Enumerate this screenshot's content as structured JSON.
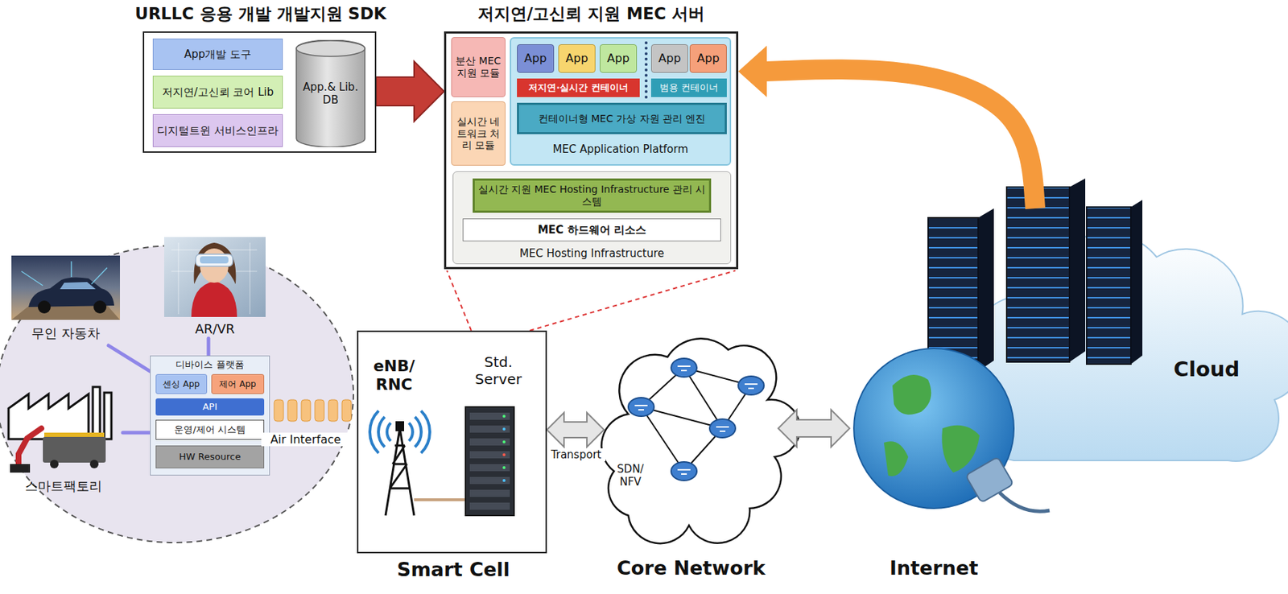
{
  "diagram": {
    "nodes": [
      {
        "text": [
          "URLLC 응용 개발 개발지원 SDK"
        ]
      },
      {
        "text": [
          "App개발 도구"
        ],
        "in": 0
      },
      {
        "text": [
          "저지연/고신뢰 코어 Lib"
        ],
        "in": 0
      },
      {
        "text": [
          "디지털트윈 서비스인프라"
        ],
        "in": 0
      },
      {
        "text": [
          "App.& Lib. DB"
        ],
        "in": 0
      },
      {
        "text": [
          "저지연/고신뢰 지원 MEC 서버"
        ]
      },
      {
        "text": [
          "분산 MEC 지원 모듈"
        ],
        "in": 5
      },
      {
        "text": [
          "실시간 네트워크 처리 모듈"
        ],
        "in": 5
      },
      {
        "text": [
          "MEC Application Platform"
        ],
        "in": 5
      },
      {
        "text": [
          "App"
        ],
        "in": 8
      },
      {
        "text": [
          "App"
        ],
        "in": 8
      },
      {
        "text": [
          "App"
        ],
        "in": 8
      },
      {
        "text": [
          "App"
        ],
        "in": 8
      },
      {
        "text": [
          "App"
        ],
        "in": 8
      },
      {
        "text": [
          "저지연·실시간 컨테이너"
        ],
        "in": 8
      },
      {
        "text": [
          "범용 컨테이너"
        ],
        "in": 8
      },
      {
        "text": [
          "컨테이너형 MEC 가상 자원 관리 엔진"
        ],
        "in": 8
      },
      {
        "text": [
          "MEC Hosting Infrastructure"
        ],
        "in": 5
      },
      {
        "text": [
          "실시간 지원 MEC Hosting Infrastructure 관리 시스템"
        ],
        "in": 17
      },
      {
        "text": [
          "MEC 하드웨어 리소스"
        ],
        "in": 17
      },
      {
        "text": [
          "무인 자동차"
        ]
      },
      {
        "text": [
          "AR/VR"
        ]
      },
      {
        "text": [
          "디바이스 플랫폼"
        ]
      },
      {
        "text": [
          "센싱 App"
        ],
        "in": 22
      },
      {
        "text": [
          "제어 App"
        ],
        "in": 22
      },
      {
        "text": [
          "API"
        ],
        "in": 22
      },
      {
        "text": [
          "운영/제어 시스템"
        ],
        "in": 22
      },
      {
        "text": [
          "HW Resource"
        ],
        "in": 22
      },
      {
        "text": [
          "스마트팩토리"
        ]
      },
      {
        "text": [
          "eNB/ RNC",
          "Std. Server",
          "Smart Cell"
        ]
      },
      {
        "text": [
          "SDN/ NFV",
          "Core Network"
        ]
      },
      {
        "text": [
          "Internet"
        ]
      },
      {
        "text": [
          "Cloud"
        ]
      }
    ],
    "edges": [
      {
        "from": 0,
        "to": 5,
        "arrow": "to"
      },
      {
        "from": 32,
        "to": 5,
        "arrow": "to"
      },
      {
        "from": 22,
        "to": 20,
        "arrow": "none"
      },
      {
        "from": 22,
        "to": 21,
        "arrow": "none"
      },
      {
        "from": 22,
        "to": 28,
        "arrow": "none"
      },
      {
        "from": 29,
        "to": 30,
        "label": "Transport",
        "arrow": "both"
      },
      {
        "from": 30,
        "to": 31,
        "arrow": "both"
      }
    ],
    "labels": [
      "Air Interface"
    ]
  }
}
